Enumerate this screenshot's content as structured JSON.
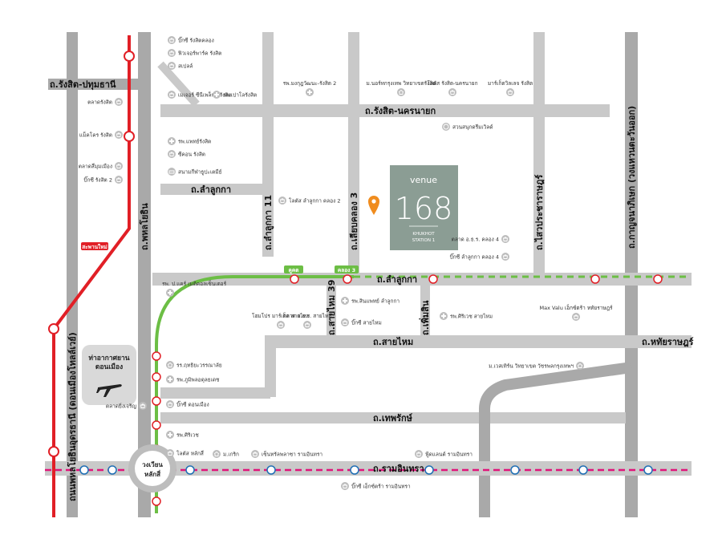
{
  "project": {
    "name_top": "venue",
    "name_big": "168",
    "sub1": "KHUKHOT",
    "sub2": "STATION 1",
    "bg_color": "#8b9d94"
  },
  "colors": {
    "road": "#c9c9c9",
    "main_road": "#a9a9a9",
    "red_line": "#e11f26",
    "green_line": "#6cbe45",
    "pink_line": "#e0157a",
    "pin": "#f08c1e"
  },
  "roads": {
    "rangsit_pathumthani": "ถ.รังสิต-ปทุมธานี",
    "rangsit_nakhonnayok": "ถ.รังสิต-นครนายก",
    "lam_luk_ka_upper": "ถ.ลำลูกกา",
    "lam_luk_ka_main": "ถ.ลำลูกกา",
    "lam_luk_ka_11": "ถ.ลำลูกกา 11",
    "sai_khlong_3": "ถ.เลียบคลอง 3",
    "phahonyothin": "ถ.พหลโยธิน",
    "phahonyothin_vibhavadi": "ถนนพหลโยธินอุดรธานี (ดอนเมืองโทลล์เวย์)",
    "lam_lukka_right": "ถ.ไสวประชาราษฎร์",
    "kanchanaphisek": "ถ.กาญจนาภิเษก (วงแหวนตะวันออก)",
    "sai_mai": "ถ.สายไหม",
    "sai_mai_39": "ถ.สายไหม 39",
    "hathai_rat": "ถ.หทัยราษฎร์",
    "phermsin": "ถ.เพิ่มสิน",
    "thephaarak": "ถ.เทพรักษ์",
    "ram_intra": "ถ.รามอินทรา",
    "circle_1": "วงเวียน",
    "circle_2": "หลักสี่"
  },
  "green_tags": {
    "khukhot": "คูคต",
    "khlong_3": "คลอง 3"
  },
  "red_tag": "สะพานใหม่",
  "airport": {
    "line1": "ท่าอากาศยาน",
    "line2": "ดอนเมือง"
  },
  "pois": [
    {
      "id": "bigc-rangsit",
      "label": "บิ๊กซี รังสิตคลอง",
      "icon": "shop-icon"
    },
    {
      "id": "future-park",
      "label": "ฟิวเจอร์พาร์ค รังสิต",
      "icon": "shop-icon"
    },
    {
      "id": "zpell",
      "label": "สเปลล์",
      "icon": "shop-icon"
    },
    {
      "id": "major-rangsit",
      "label": "เมเจอร์ ซีนีเพล็กซ์ รังสิต",
      "icon": "shop-icon"
    },
    {
      "id": "pathum-hospital",
      "label": "รพ.เปาโลรังสิต",
      "icon": "hospital-icon"
    },
    {
      "id": "talad-rangsit",
      "label": "ตลาดรังสิต",
      "icon": "shop-icon"
    },
    {
      "id": "makro-rangsit",
      "label": "แม็คโคร รังสิต",
      "icon": "shop-icon"
    },
    {
      "id": "talad-si-muang",
      "label": "ตลาดสี่มุมเมือง",
      "icon": "shop-icon"
    },
    {
      "id": "bigc-rangsit2",
      "label": "บิ๊กซี รังสิต 2",
      "icon": "shop-icon"
    },
    {
      "id": "patrangsit",
      "label": "รพ.แพทย์รังสิต",
      "icon": "hospital-icon"
    },
    {
      "id": "seacon-rangsit",
      "label": "ซีคอน รังสิต",
      "icon": "shop-icon"
    },
    {
      "id": "stadium-rangsit",
      "label": "สนามกีฬาธูปะเตมีย์",
      "icon": "stadium-icon"
    },
    {
      "id": "hosp-mahaprachak",
      "label": "รพ.มงกุฎวัฒนะ-รังสิต 2",
      "icon": "hospital-icon"
    },
    {
      "id": "u-bangkok",
      "label": "ม.นอร์ทกรุงเทพ วิทยาเขตรังสิต",
      "icon": "school-icon"
    },
    {
      "id": "lotus-rangsit-nakhon",
      "label": "โลตัส รังสิต-นครนายก",
      "icon": "shop-icon"
    },
    {
      "id": "market-place",
      "label": "มาร์เก็ตวิลเลจ รังสิต",
      "icon": "shop-icon"
    },
    {
      "id": "dream-world",
      "label": "สวนสนุกดรีมเวิลด์",
      "icon": "park-icon"
    },
    {
      "id": "lotus-lam-luk-ka",
      "label": "โลตัส ลำลูกกา คลอง 2",
      "icon": "shop-icon"
    },
    {
      "id": "talad-or-tor-kor",
      "label": "ตลาด อ.ธ.ร. คลอง 4",
      "icon": "shop-icon"
    },
    {
      "id": "bigc-lam-luk-ka",
      "label": "บิ๊กซี ลำลูกกา คลอง 4",
      "icon": "shop-icon"
    },
    {
      "id": "hosp-bhumibol",
      "label": "รพ. ป.แคร์ เมดิคอลเซ็นเตอร์",
      "icon": "hospital-icon"
    },
    {
      "id": "home-market",
      "label": "โฮมโปร มาร์เก็ต สายไหม",
      "icon": "shop-icon"
    },
    {
      "id": "talad-or-tor-kor2",
      "label": "ตลาด อ.ธ.ร. สายไหม",
      "icon": "shop-icon"
    },
    {
      "id": "hosp-sinphat",
      "label": "รพ.สินแพทย์ ลำลูกกา",
      "icon": "hospital-icon"
    },
    {
      "id": "bigc-saimai",
      "label": "บิ๊กซี สายไหม",
      "icon": "shop-icon"
    },
    {
      "id": "hosp-siwichai",
      "label": "รพ.ศิริเวช สายไหม",
      "icon": "hospital-icon"
    },
    {
      "id": "max-value",
      "label": "Max Valu เอ็กซ์ตร้า หทัยราษฎร์",
      "icon": "shop-icon"
    },
    {
      "id": "school-anuban",
      "label": "รร.ฤทธิยะวรรณาลัย",
      "icon": "school-icon"
    },
    {
      "id": "hosp-bhumibol2",
      "label": "รพ.ภูมิพลอดุลยเดช",
      "icon": "hospital-icon"
    },
    {
      "id": "talad-yingcharoen",
      "label": "ตลาดยิ่งเจริญ",
      "icon": "shop-icon"
    },
    {
      "id": "bigc-donmuang",
      "label": "บิ๊กซี ดอนเมือง",
      "icon": "shop-icon"
    },
    {
      "id": "uni-bangkok",
      "label": "ม.เวสเทิร์น วิทยาเขต วัชรพลกรุงเทพฯ",
      "icon": "school-icon"
    },
    {
      "id": "hosp-siwet",
      "label": "รพ.ศิริเวช",
      "icon": "hospital-icon"
    },
    {
      "id": "lotus-laksi",
      "label": "โลตัส หลักสี่",
      "icon": "shop-icon"
    },
    {
      "id": "u-ramintra",
      "label": "ม.เกริก",
      "icon": "school-icon"
    },
    {
      "id": "central-ramintra",
      "label": "เซ็นทรัลพลาซา รามอินทรา",
      "icon": "shop-icon"
    },
    {
      "id": "fashion-island",
      "label": "ฟู้ดแลนด์ รามอินทรา",
      "icon": "shop-icon"
    },
    {
      "id": "bigc-extra-ramintra",
      "label": "บิ๊กซี เอ็กซ์ตร้า รามอินทรา",
      "icon": "shop-icon"
    }
  ]
}
